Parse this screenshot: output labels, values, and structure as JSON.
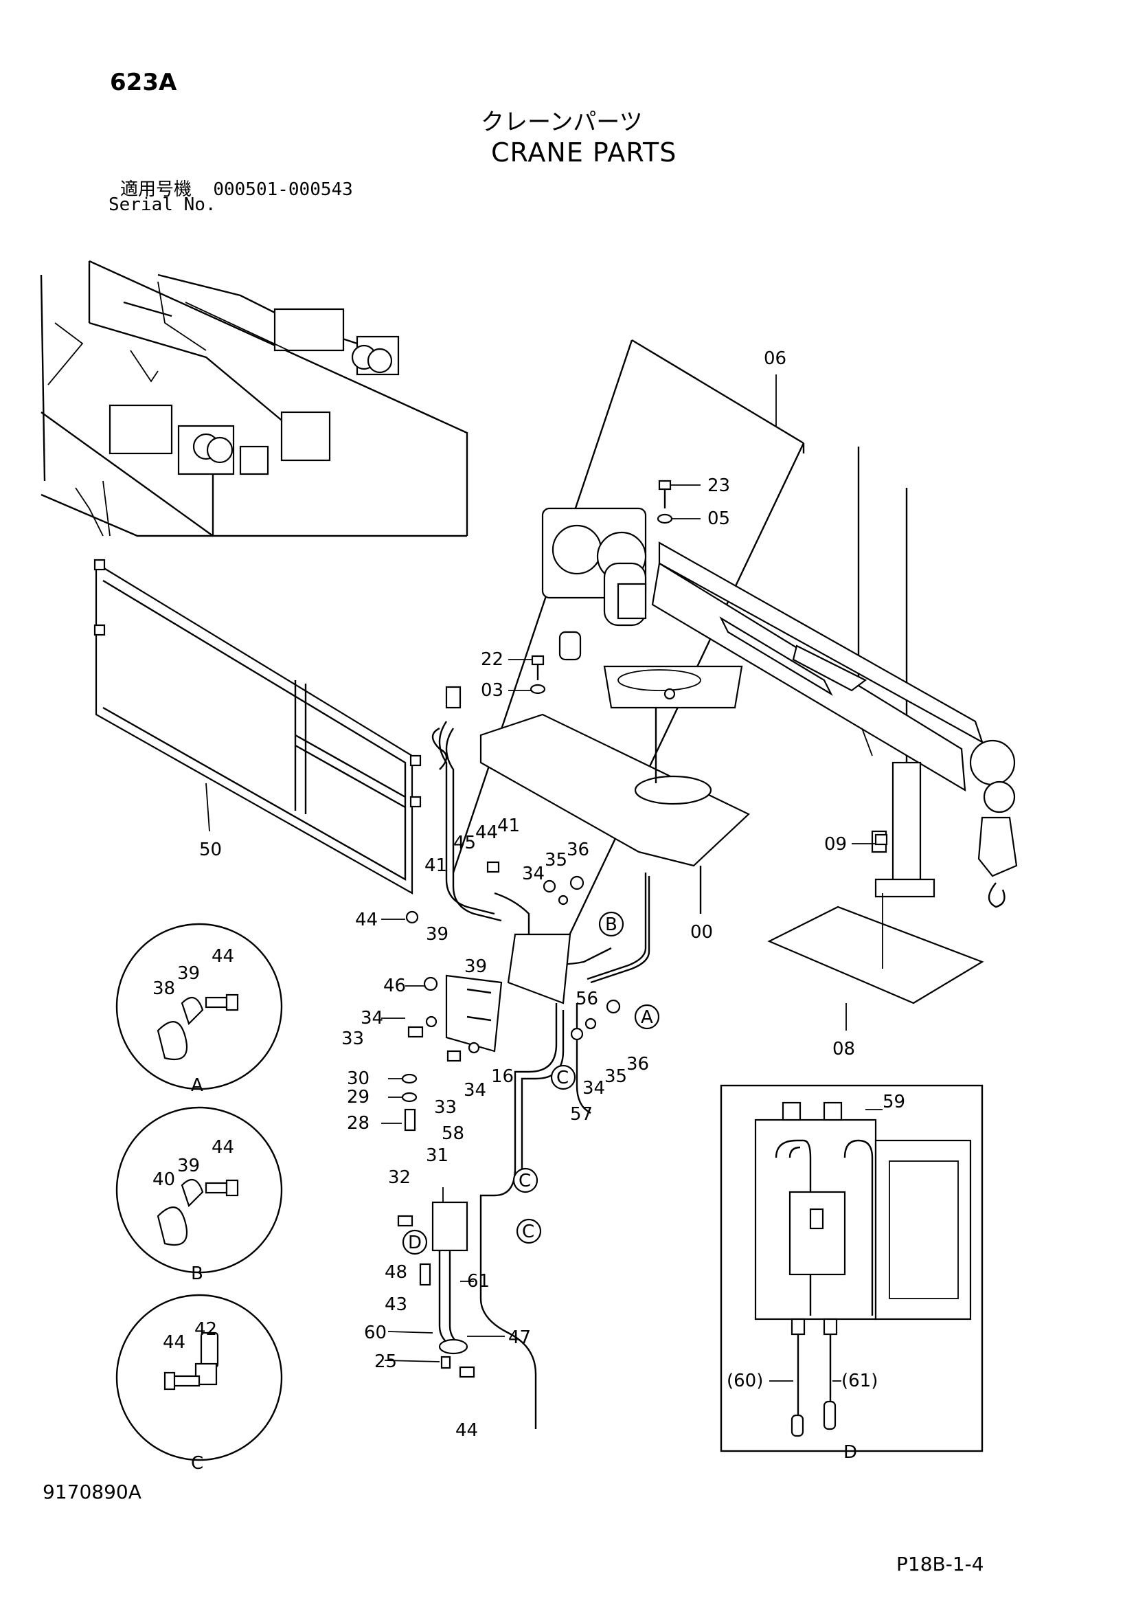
{
  "header": {
    "code": "623A",
    "title_jp": "クレーンパーツ",
    "title_en": "CRANE PARTS",
    "serial_label_jp": "適用号機",
    "serial_range": "000501-000543",
    "serial_label_en": "Serial No."
  },
  "footer": {
    "figure_code": "9170890A",
    "page_code": "P18B-1-4"
  },
  "callouts": {
    "p06": "06",
    "p23": "23",
    "p05": "05",
    "p22": "22",
    "p03": "03",
    "p09": "09",
    "p00": "00",
    "p08": "08",
    "p50": "50",
    "p45": "45",
    "p44a": "44",
    "p41a": "41",
    "p41b": "41",
    "p34a": "34",
    "p35a": "35",
    "p36a": "36",
    "p44b": "44",
    "p39a": "39",
    "p39b": "39",
    "p46": "46",
    "p34b": "34",
    "p33a": "33",
    "p30": "30",
    "p29": "29",
    "p28": "28",
    "p33b": "33",
    "p34c": "34",
    "p16": "16",
    "p56": "56",
    "p34d": "34",
    "p35b": "35",
    "p36b": "36",
    "p57": "57",
    "p58": "58",
    "p31": "31",
    "p32": "32",
    "p48": "48",
    "p61": "61",
    "p43": "43",
    "p60": "60",
    "p47": "47",
    "p25": "25",
    "p44c": "44",
    "p59": "59",
    "p60d": "(60)",
    "p61d": "(61)"
  },
  "detail_a": {
    "label": "A",
    "p38": "38",
    "p39": "39",
    "p44": "44"
  },
  "detail_b": {
    "label": "B",
    "p40": "40",
    "p39": "39",
    "p44": "44"
  },
  "detail_c": {
    "label": "C",
    "p44": "44",
    "p42": "42"
  },
  "detail_d": {
    "label": "D"
  },
  "markers": {
    "a": "A",
    "b": "B",
    "c1": "C",
    "c2": "C",
    "c3": "C",
    "d": "D"
  }
}
